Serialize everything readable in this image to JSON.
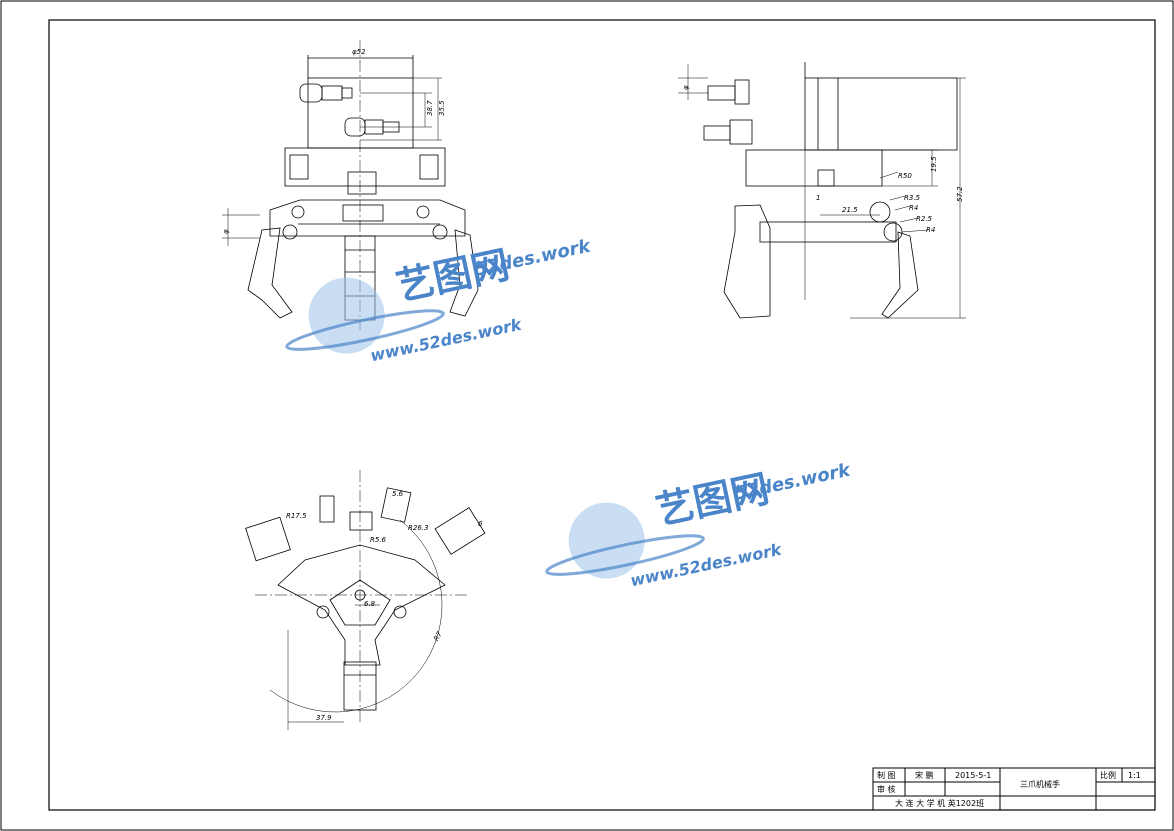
{
  "dimensions": {
    "top_view": [
      "φ52",
      "38.7",
      "35.5",
      "φ"
    ],
    "side_view": [
      "φ",
      "19.5",
      "R50",
      "1",
      "21.5",
      "R3.5",
      "R4",
      "R2.5",
      "R4",
      "57.2"
    ],
    "bottom_view": [
      "R17.5",
      "R5.6",
      "R26.3",
      "5.6",
      "6.8",
      "6",
      "R7",
      "37.9"
    ]
  },
  "title_block": {
    "drawn_label": "制 图",
    "drawn_name": "宋 鹏",
    "date": "2015-5-1",
    "checked_label": "审 核",
    "drawing_title": "三爪机械手",
    "scale_label": "比例",
    "scale_value": "1:1",
    "school": "大 连 大 学 机 英1202班"
  },
  "watermark": {
    "brand": "艺图网",
    "site": "52des.work",
    "url": "www.52des.work"
  },
  "colors": {
    "line": "#000000",
    "watermark": "#4a84c9",
    "watermark_light": "#9cc3ea"
  }
}
